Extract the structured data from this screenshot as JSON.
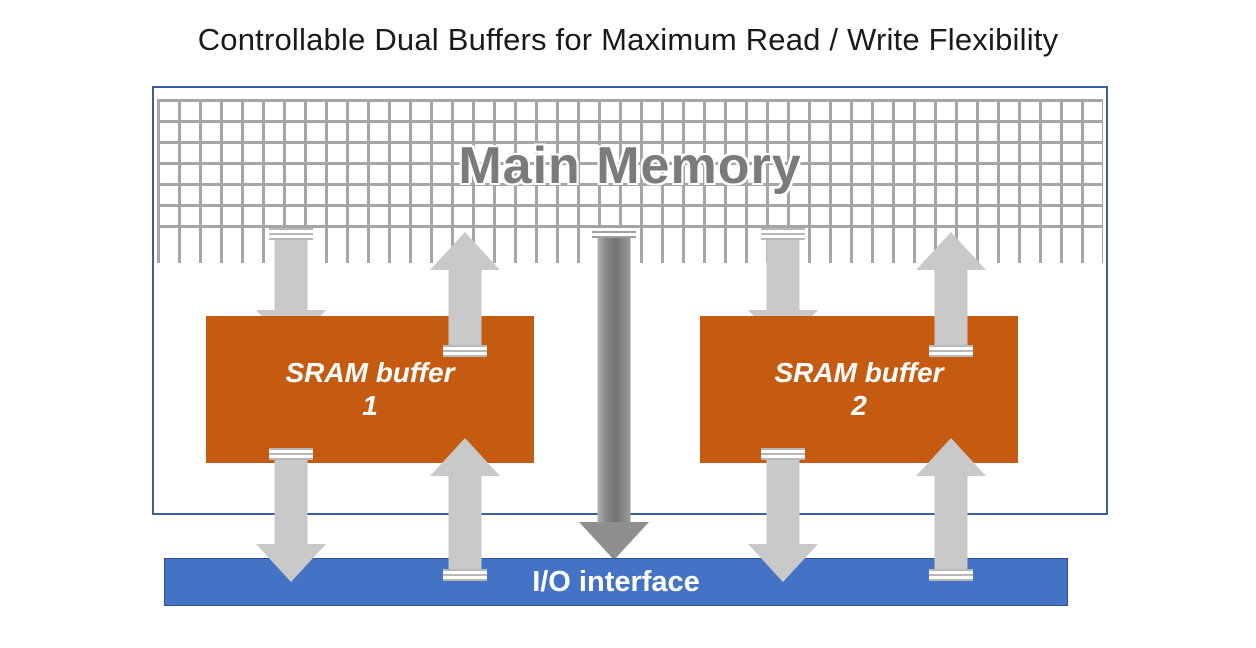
{
  "title": "Controllable Dual Buffers for Maximum Read / Write Flexibility",
  "diagram": {
    "main_memory": {
      "label": "Main Memory",
      "color": "#7b7b7b",
      "grid_color": "#a6a6a6"
    },
    "frame_color": "#3a5fa0",
    "buffers": [
      {
        "label": "SRAM buffer",
        "index": "1",
        "color": "#c55a11"
      },
      {
        "label": "SRAM buffer",
        "index": "2",
        "color": "#c55a11"
      }
    ],
    "io_interface": {
      "label": "I/O interface",
      "color": "#4472c4"
    },
    "arrows": [
      {
        "name": "memory-to-buffer1",
        "direction": "down",
        "color": "#c9c9c9"
      },
      {
        "name": "buffer1-to-memory",
        "direction": "up",
        "color": "#c9c9c9"
      },
      {
        "name": "memory-to-io",
        "direction": "down",
        "color": "#8f8f8f"
      },
      {
        "name": "memory-to-buffer2",
        "direction": "down",
        "color": "#c9c9c9"
      },
      {
        "name": "buffer2-to-memory",
        "direction": "up",
        "color": "#c9c9c9"
      },
      {
        "name": "buffer1-to-io",
        "direction": "down",
        "color": "#c9c9c9"
      },
      {
        "name": "io-to-buffer1",
        "direction": "up",
        "color": "#c9c9c9"
      },
      {
        "name": "buffer2-to-io",
        "direction": "down",
        "color": "#c9c9c9"
      },
      {
        "name": "io-to-buffer2",
        "direction": "up",
        "color": "#c9c9c9"
      }
    ]
  }
}
